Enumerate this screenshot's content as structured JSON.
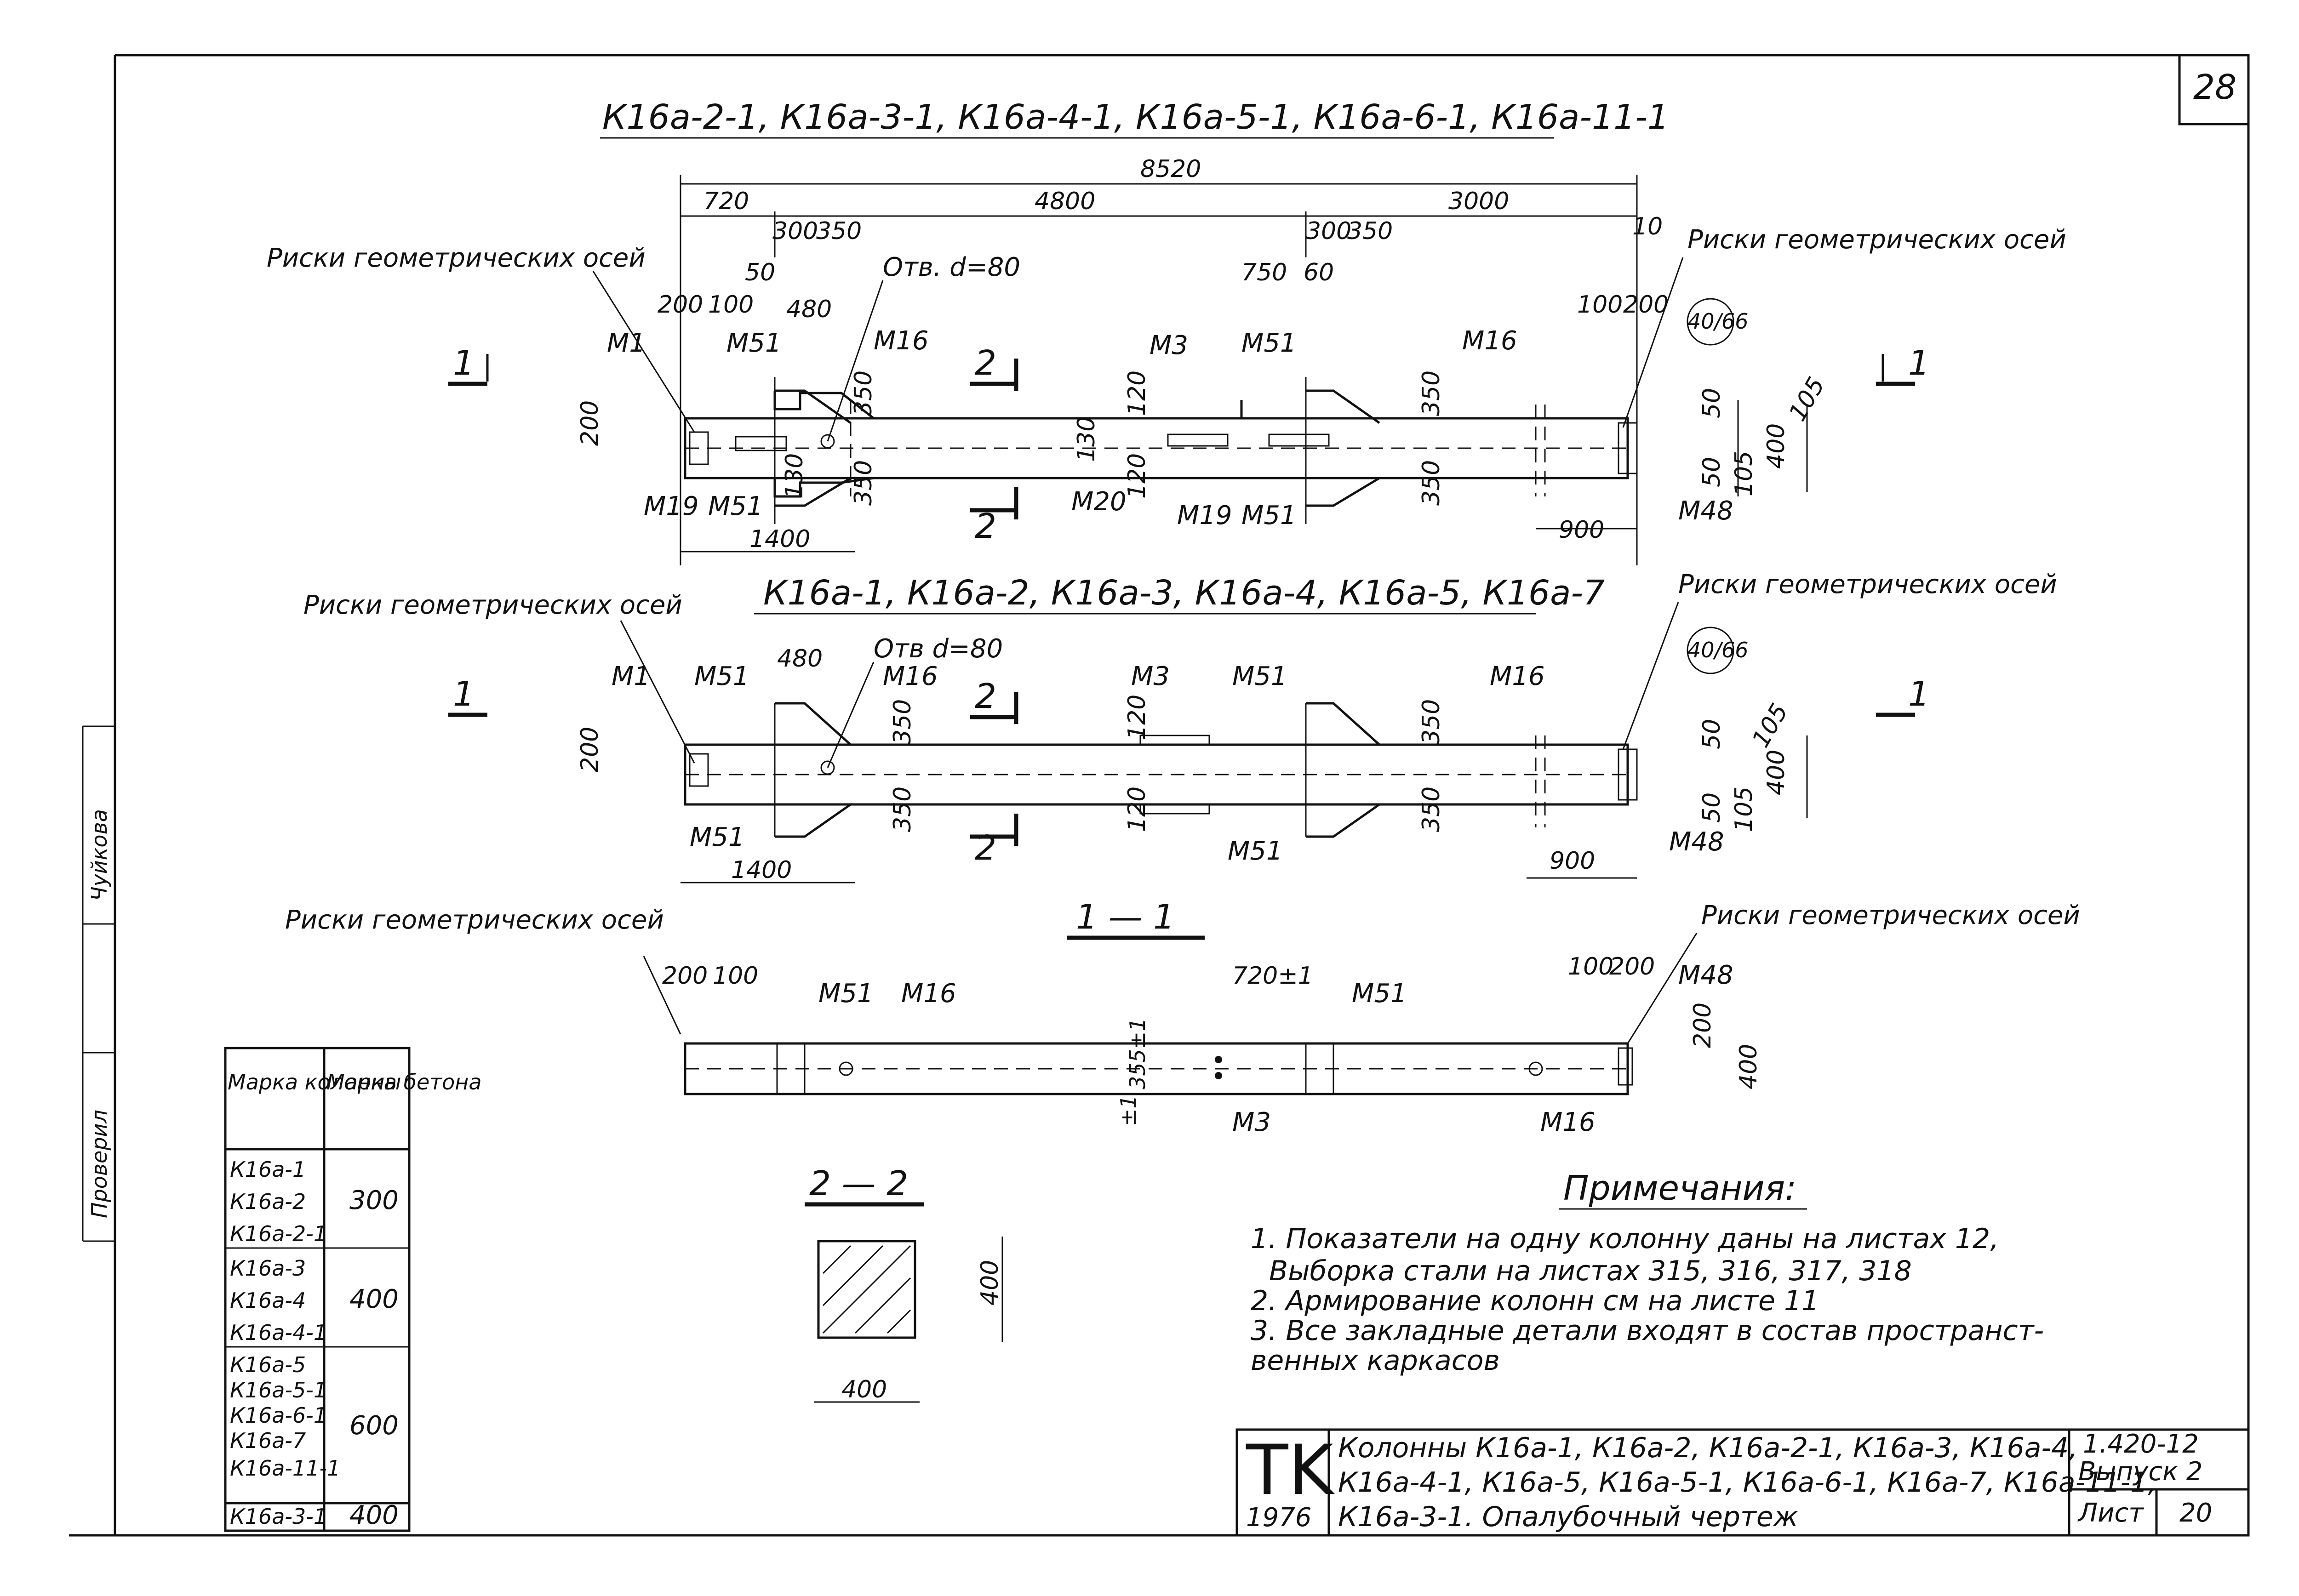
{
  "sheet": {
    "page_number": "28",
    "stamp_tk": "TK",
    "stamp_year": "1976",
    "title_block": {
      "line1": "Колонны К16а-1, К16а-2, К16а-2-1, К16а-3, К16а-4,",
      "line2": "К16а-4-1, К16а-5, К16а-5-1, К16а-6-1, К16а-7, К16а-11-1,",
      "line3": "К16а-3-1. Опалубочный чертеж",
      "series": "1.420-12",
      "issue": "Выпуск 2",
      "sheet_label": "Лист",
      "sheet_no": "20"
    },
    "side_stamp": [
      "Чуйкова",
      "Проверил"
    ]
  },
  "view_top": {
    "title": "К16а-2-1, К16а-3-1, К16а-4-1, К16а-5-1, К16а-6-1, К16а-11-1",
    "axes_label": "Риски геометрических осей",
    "hole_label": "Отв. d=80",
    "tag": "40/66",
    "dims": {
      "total": "8520",
      "d720": "720",
      "d4800": "4800",
      "d3000": "3000",
      "d300": "300",
      "d350": "350",
      "d50": "50",
      "d480": "480",
      "d200": "200",
      "d100": "100",
      "d750": "750",
      "d60": "60",
      "d10": "10",
      "d120": "120",
      "d130": "130",
      "d105": "105",
      "d400": "400",
      "d1400": "1400",
      "d900": "900"
    },
    "marks": {
      "m1": "М1",
      "m51": "М51",
      "m16": "М16",
      "m3": "М3",
      "m19": "М19",
      "m20": "М20",
      "m48": "М48",
      "s1": "1",
      "s2": "2"
    }
  },
  "view_mid": {
    "title": "К16а-1, К16а-2, К16а-3, К16а-4, К16а-5, К16а-7",
    "axes_label": "Риски геометрических осей",
    "hole_label": "Отв d=80",
    "dims": {
      "d1400": "1400",
      "d900": "900"
    }
  },
  "section_1_1": {
    "title": "1 — 1",
    "axes_label": "Риски геометрических осей",
    "d720": "720±1",
    "d355": "355±1",
    "d1": "±1"
  },
  "section_2_2": {
    "title": "2 — 2",
    "d400a": "400",
    "d400b": "400"
  },
  "notes": {
    "title": "Примечания:",
    "items": [
      "1. Показатели на одну колонну даны на листах 12,",
      "Выборка стали на листах 315, 316, 317, 318",
      "2. Армирование колонн см на листе 11",
      "3. Все закладные детали входят в состав пространст-",
      "венных каркасов"
    ]
  },
  "table": {
    "headers": [
      "Марка колонны",
      "Марка бетона"
    ],
    "rows": [
      {
        "col": "К16а-1",
        "grade": ""
      },
      {
        "col": "К16а-2",
        "grade": "300"
      },
      {
        "col": "К16а-2-1",
        "grade": ""
      },
      {
        "col": "К16а-3",
        "grade": ""
      },
      {
        "col": "К16а-4",
        "grade": "400"
      },
      {
        "col": "К16а-4-1",
        "grade": ""
      },
      {
        "col": "К16а-5",
        "grade": ""
      },
      {
        "col": "К16а-5-1",
        "grade": ""
      },
      {
        "col": "К16а-6-1",
        "grade": "600"
      },
      {
        "col": "К16а-7",
        "grade": ""
      },
      {
        "col": "К16а-11-1",
        "grade": ""
      },
      {
        "col": "К16а-3-1",
        "grade": "400"
      }
    ]
  }
}
